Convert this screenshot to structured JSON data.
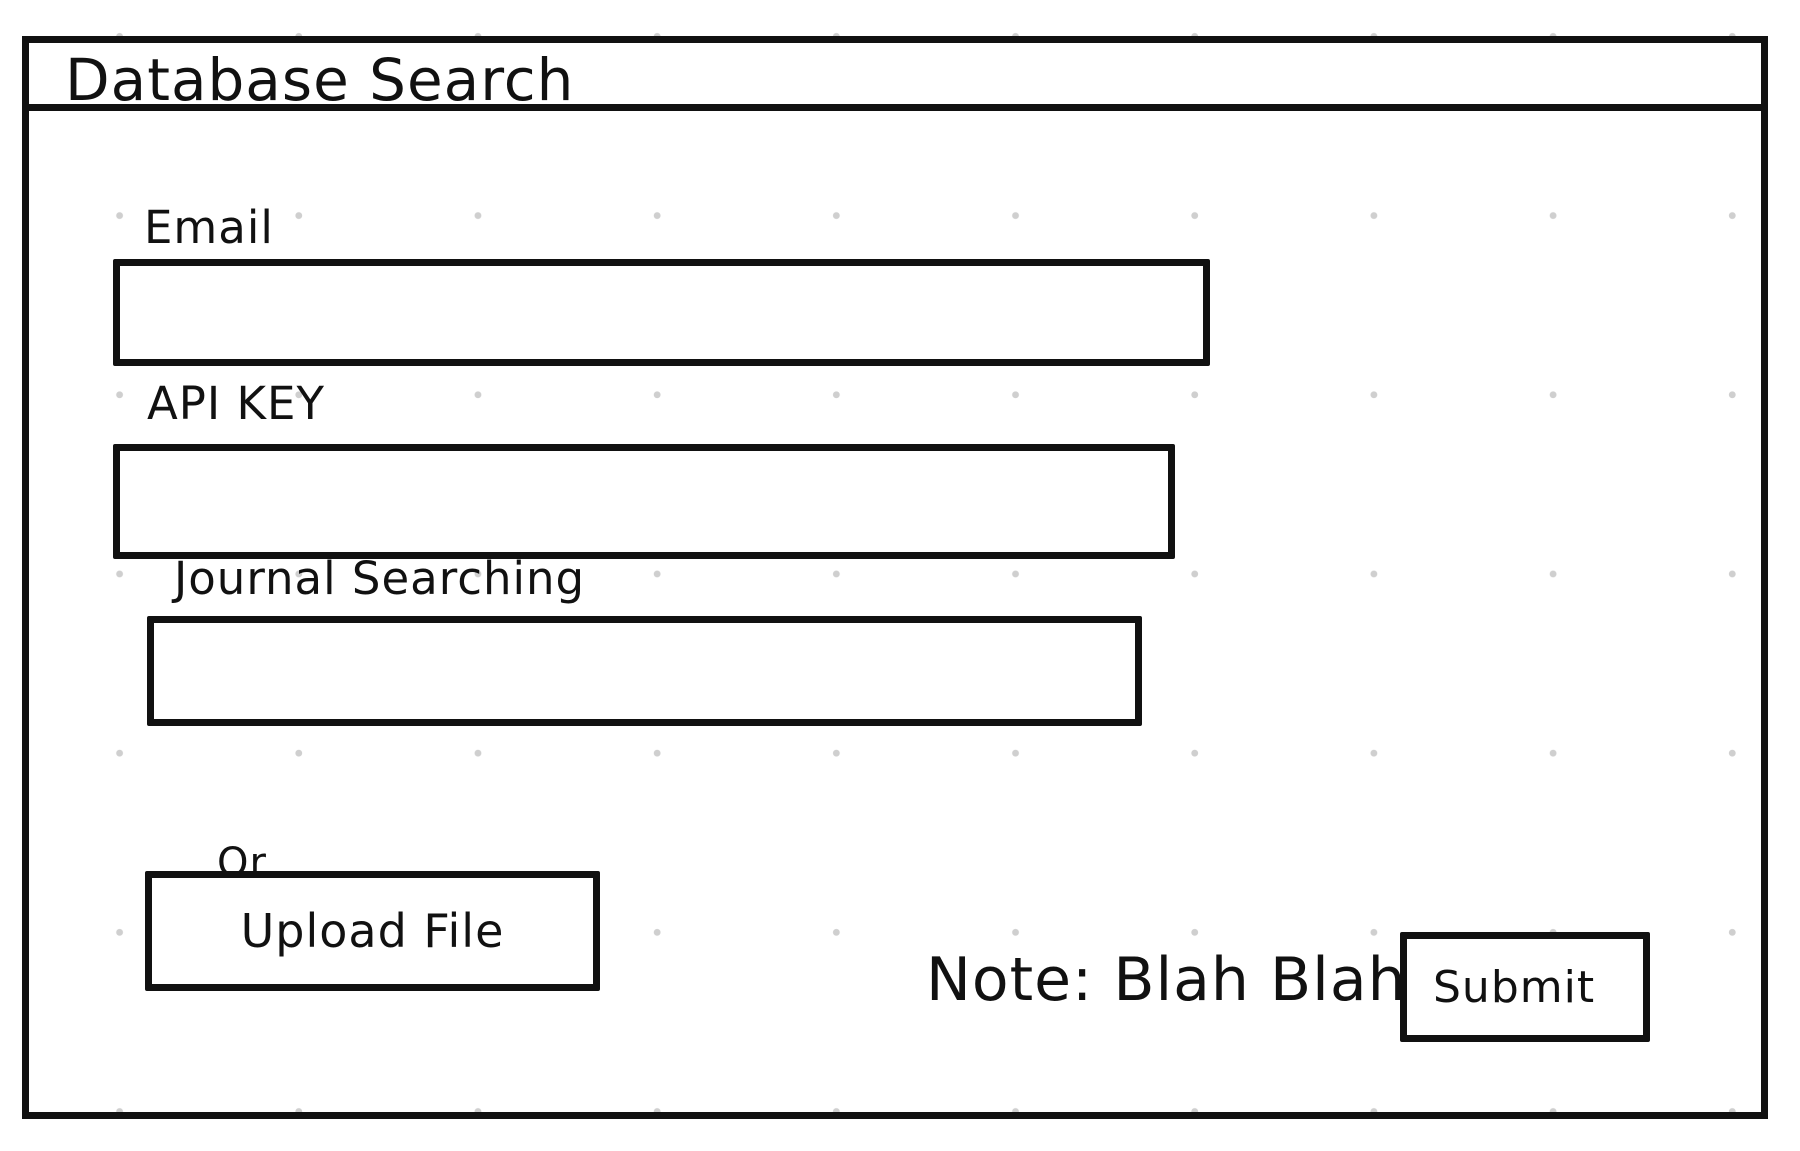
{
  "window": {
    "title": "Database Search"
  },
  "form": {
    "email_label": "Email",
    "email_value": "",
    "api_key_label": "API KEY",
    "api_key_value": "",
    "journal_label": "Journal Searching",
    "journal_value": "",
    "or_label": "Or",
    "upload_label": "Upload File",
    "note_text": "Note: Blah Blah",
    "submit_label": "Submit"
  }
}
